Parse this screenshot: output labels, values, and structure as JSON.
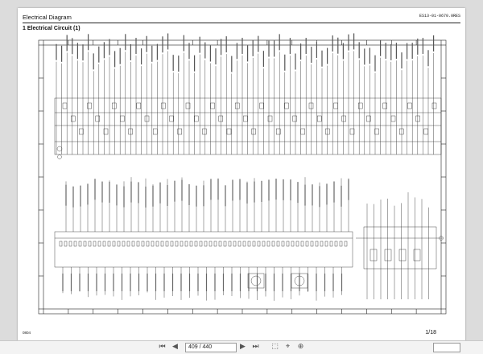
{
  "document": {
    "header_title": "Electrical Diagram",
    "header_code": "ES13-01-0670.0RES",
    "section_title": "1  Electrical Circuit (1)",
    "footer_code": "0804",
    "page_label": "1/18"
  },
  "toolbar": {
    "page_value": "409 / 440",
    "zoom_value": "",
    "icons": [
      "first-page-icon",
      "previous-page-icon",
      "next-page-icon",
      "last-page-icon",
      "fit-page-icon",
      "select-icon",
      "zoom-icon"
    ]
  },
  "colors": {
    "viewer_bg": "#dcdcdc",
    "page_bg": "#ffffff",
    "line": "#222222"
  }
}
